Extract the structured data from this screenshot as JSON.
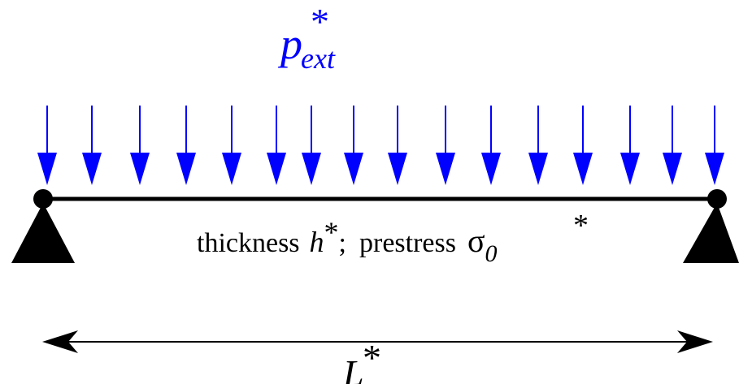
{
  "load_label": {
    "symbol": "p",
    "subscript": "ext",
    "superscript": "*"
  },
  "beam_label": {
    "thickness_word": "thickness",
    "thickness_symbol": "h",
    "thickness_star": "*",
    "separator": ";",
    "prestress_word": "prestress",
    "prestress_symbol": "σ",
    "prestress_subscript": "0",
    "prestress_star": "*"
  },
  "length_label": {
    "symbol": "L",
    "superscript": "*"
  },
  "load_arrow_count": 16,
  "colors": {
    "load": "#0000ff",
    "beam": "#000000",
    "text": "#000000"
  }
}
